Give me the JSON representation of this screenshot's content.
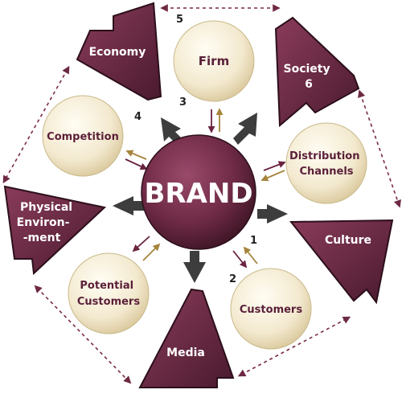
{
  "center": {
    "label": "BRAND"
  },
  "inner_circles": [
    {
      "id": "firm",
      "label_lines": [
        "Firm"
      ]
    },
    {
      "id": "competition",
      "label_lines": [
        "Competition"
      ]
    },
    {
      "id": "distribution",
      "label_lines": [
        "Distribution",
        "Channels"
      ]
    },
    {
      "id": "potential",
      "label_lines": [
        "Potential",
        "Customers"
      ]
    },
    {
      "id": "customers",
      "label_lines": [
        "Customers"
      ]
    }
  ],
  "outer_shapes": [
    {
      "id": "economy",
      "label_lines": [
        "Economy"
      ]
    },
    {
      "id": "society",
      "label_lines": [
        "Society",
        "6"
      ]
    },
    {
      "id": "physical",
      "label_lines": [
        "Physical",
        "Environ-",
        "-ment"
      ]
    },
    {
      "id": "culture",
      "label_lines": [
        "Culture"
      ]
    },
    {
      "id": "media",
      "label_lines": [
        "Media"
      ]
    }
  ],
  "step_numbers": [
    "1",
    "2",
    "3",
    "4",
    "5"
  ],
  "colors": {
    "maroon": "#6e2a45",
    "maroon_dark": "#3c1424",
    "cream": "#f5edd6",
    "cream_edge": "#c9b98a",
    "arrow_gray": "#3d3d3d",
    "arrow_gold": "#a5843c",
    "arrow_maroon": "#6a2340",
    "dotted": "#7a2a45"
  }
}
